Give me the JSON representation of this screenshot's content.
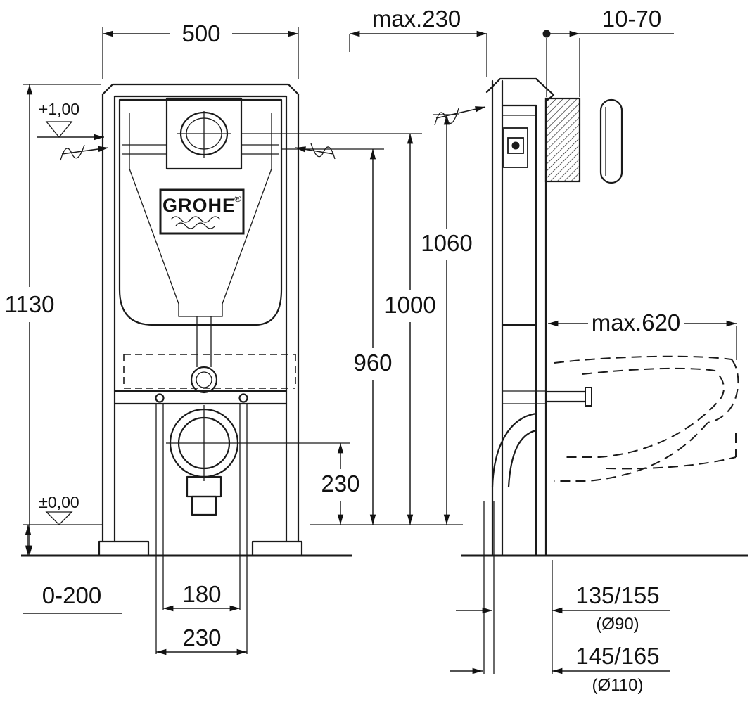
{
  "brand": {
    "name": "GROHE",
    "reg": "®"
  },
  "front_view": {
    "width": "500",
    "height": "1130",
    "level_upper": "+1,00",
    "level_zero": "±0,00",
    "dim_1060": "1060",
    "dim_1000": "1000",
    "dim_960": "960",
    "outlet_height": "230",
    "foot_adjust": "0-200",
    "anchor_inner": "180",
    "anchor_outer": "230"
  },
  "side_view": {
    "depth_max": "max.230",
    "wall_range": "10-70",
    "length_max": "max.620",
    "outlet_a": "135/155",
    "outlet_a_dia": "(Ø90)",
    "outlet_b": "145/165",
    "outlet_b_dia": "(Ø110)"
  }
}
